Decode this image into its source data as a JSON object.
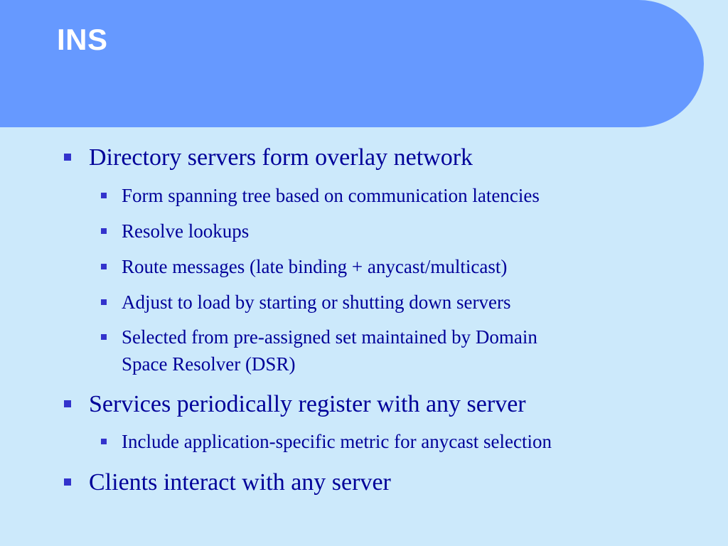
{
  "slide": {
    "title": "INS",
    "bullets": [
      {
        "level": 1,
        "text": "Directory servers form overlay network"
      },
      {
        "level": 2,
        "text": "Form spanning tree based on communication latencies"
      },
      {
        "level": 2,
        "text": "Resolve lookups"
      },
      {
        "level": 2,
        "text": "Route messages (late binding + anycast/multicast)"
      },
      {
        "level": 2,
        "text": "Adjust to load by starting or shutting down servers"
      },
      {
        "level": 2,
        "text": "Selected from pre-assigned set maintained by Domain"
      },
      {
        "level": 2,
        "text": "Space Resolver (DSR)"
      },
      {
        "level": 1,
        "text": "Services periodically register with any server"
      },
      {
        "level": 2,
        "text": "Include application-specific metric for anycast selection"
      },
      {
        "level": 1,
        "text": "Clients interact with any server"
      }
    ]
  },
  "colors": {
    "background": "#cce9fb",
    "title_banner": "#6699ff",
    "title_text": "#ffffff",
    "body_text": "#000099",
    "bullet_marker": "#3333cc"
  }
}
